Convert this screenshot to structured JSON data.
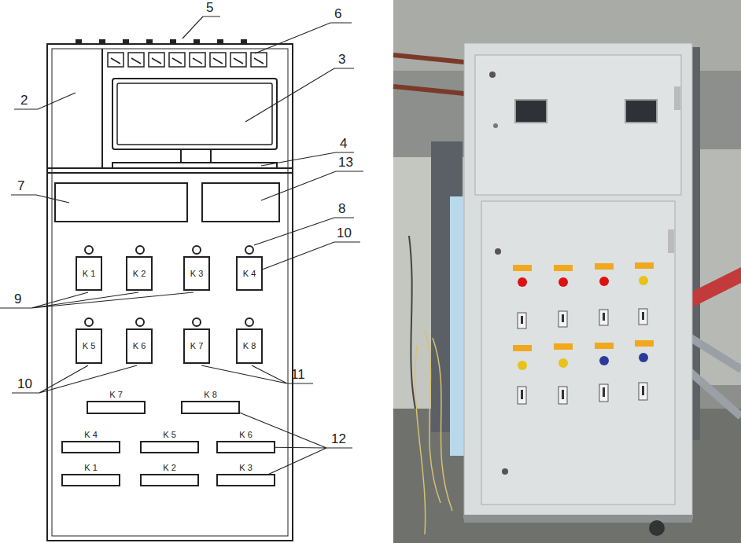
{
  "diagram": {
    "nodes": [
      {
        "text": [
          "K 1"
        ]
      },
      {
        "text": [
          "K 2"
        ]
      },
      {
        "text": [
          "K 3"
        ]
      },
      {
        "text": [
          "K 4"
        ]
      },
      {
        "text": [
          "K 5"
        ]
      },
      {
        "text": [
          "K 6"
        ]
      },
      {
        "text": [
          "K 7"
        ]
      },
      {
        "text": [
          "K 8"
        ]
      },
      {
        "text": [
          "K 7"
        ]
      },
      {
        "text": [
          "K 8"
        ]
      },
      {
        "text": [
          "K 4"
        ]
      },
      {
        "text": [
          "K 5"
        ]
      },
      {
        "text": [
          "K 6"
        ]
      },
      {
        "text": [
          "K 1"
        ]
      },
      {
        "text": [
          "K 2"
        ]
      },
      {
        "text": [
          "K 3"
        ]
      }
    ],
    "labels": [
      "5",
      "6",
      "2",
      "3",
      "4",
      "13",
      "7",
      "8",
      "10",
      "9",
      "10",
      "11",
      "12"
    ]
  }
}
